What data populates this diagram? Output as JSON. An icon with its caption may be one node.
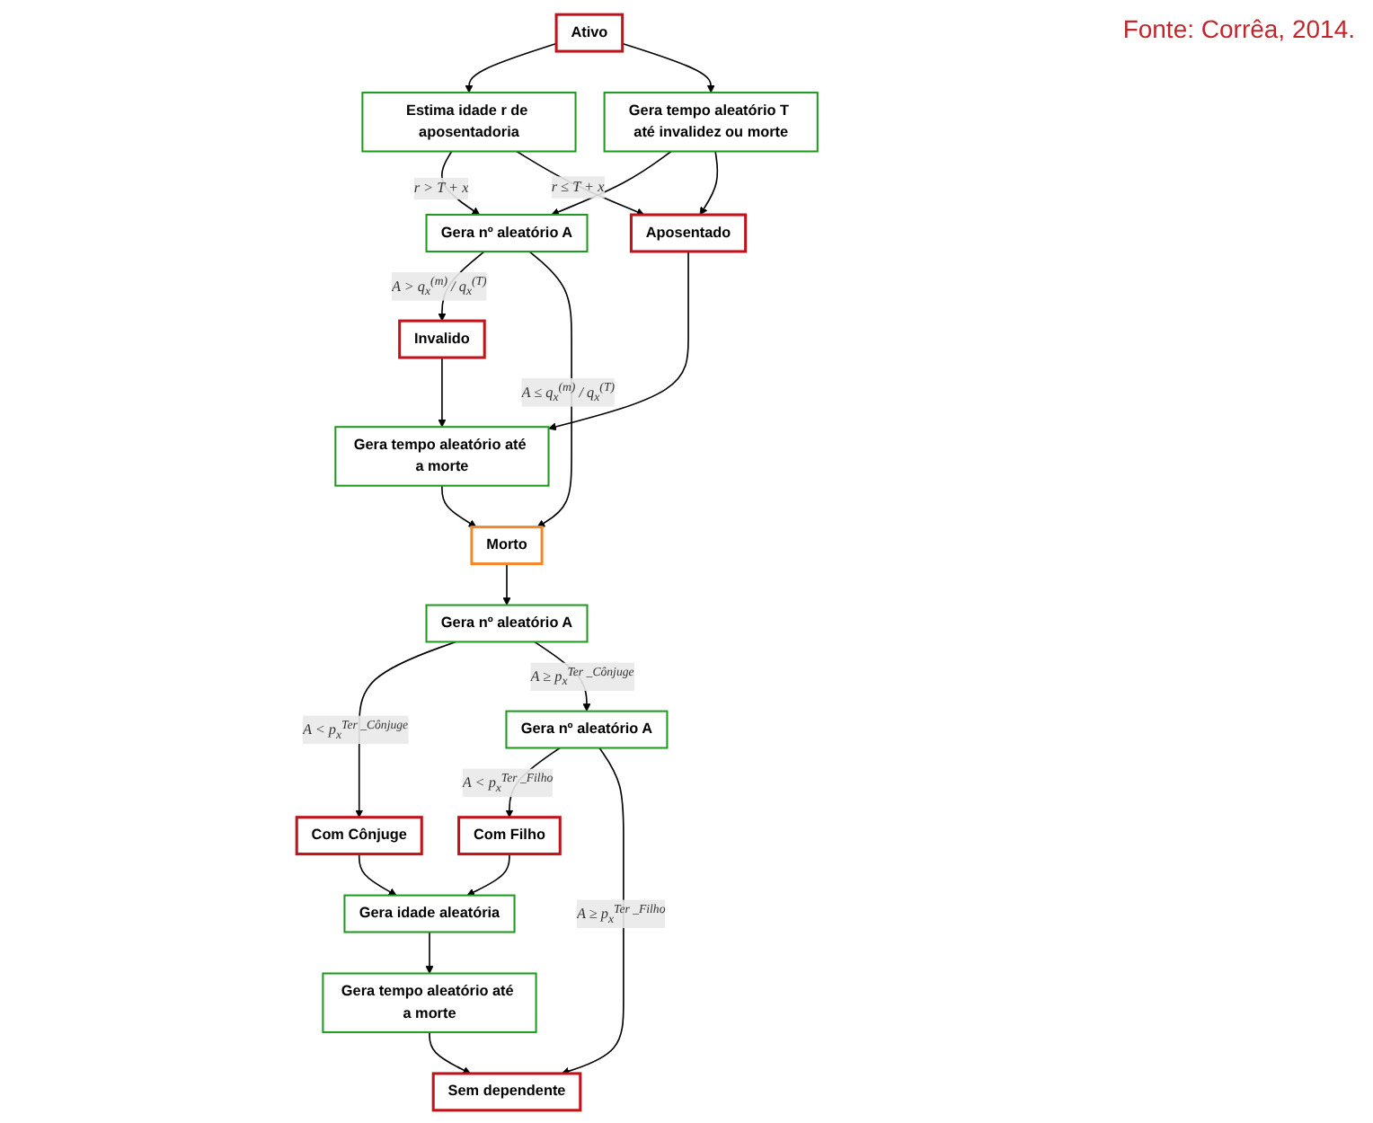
{
  "diagram": {
    "nodes": [
      {
        "text": [
          "Ativo"
        ]
      },
      {
        "text": [
          "Estima idade r de aposentadoria"
        ]
      },
      {
        "text": [
          "Gera tempo aleatório T até invalidez ou morte"
        ]
      },
      {
        "text": [
          "Gera nº aleatório A"
        ]
      },
      {
        "text": [
          "Aposentado"
        ]
      },
      {
        "text": [
          "Invalido"
        ]
      },
      {
        "text": [
          "Morto"
        ]
      },
      {
        "text": [
          "Gera tempo aleatório até a morte"
        ]
      },
      {
        "text": [
          "Gera nº aleatório A"
        ]
      },
      {
        "text": [
          "Com Cônjuge"
        ]
      },
      {
        "text": [
          "Gera nº aleatório A"
        ]
      },
      {
        "text": [
          "Gera idade aleatória"
        ]
      },
      {
        "text": [
          "Com Filho"
        ]
      },
      {
        "text": [
          "Gera tempo aleatório até a morte"
        ]
      },
      {
        "text": [
          "Sem dependente"
        ]
      }
    ],
    "edges": [
      {
        "from": 0,
        "to": 1,
        "arrow": "to"
      },
      {
        "from": 0,
        "to": 2,
        "arrow": "to"
      },
      {
        "from": 1,
        "to": 3,
        "arrow": "to",
        "label": "r > T + x"
      },
      {
        "from": 2,
        "to": 3,
        "arrow": "to"
      },
      {
        "from": 1,
        "to": 4,
        "arrow": "to",
        "label": "r ≤ T + x"
      },
      {
        "from": 2,
        "to": 4,
        "arrow": "to"
      },
      {
        "from": 3,
        "to": 5,
        "arrow": "to",
        "label": "A > q$_{x}$$^{(m)}$ / q$_{x}$$^{(T)}$"
      },
      {
        "from": 3,
        "to": 6,
        "arrow": "to",
        "label": "A ≤ q$_{x}$$^{(m)}$ / q$_{x}$$^{(T)}$"
      },
      {
        "from": 4,
        "to": 7,
        "arrow": "to"
      },
      {
        "from": 5,
        "to": 7,
        "arrow": "to"
      },
      {
        "from": 7,
        "to": 6,
        "arrow": "to"
      },
      {
        "from": 6,
        "to": 8,
        "arrow": "to"
      },
      {
        "from": 8,
        "to": 9,
        "arrow": "to",
        "label": "A < p$_{x}$$^{Ter _Cônjuge}$"
      },
      {
        "from": 8,
        "to": 10,
        "arrow": "to",
        "label": "A ≥ p$_{x}$$^{Ter _Cônjuge}$"
      },
      {
        "from": 10,
        "to": 12,
        "arrow": "to",
        "label": "A < p$_{x}$$^{Ter _Filho}$"
      },
      {
        "from": 10,
        "to": 14,
        "arrow": "to",
        "label": "A ≥ p$_{x}$$^{Ter _Filho}$"
      },
      {
        "from": 9,
        "to": 11,
        "arrow": "to"
      },
      {
        "from": 12,
        "to": 11,
        "arrow": "to"
      },
      {
        "from": 11,
        "to": 13,
        "arrow": "to"
      },
      {
        "from": 13,
        "to": 14,
        "arrow": "to"
      }
    ],
    "labels": [
      "Fonte: Corrêa, 2014."
    ]
  }
}
